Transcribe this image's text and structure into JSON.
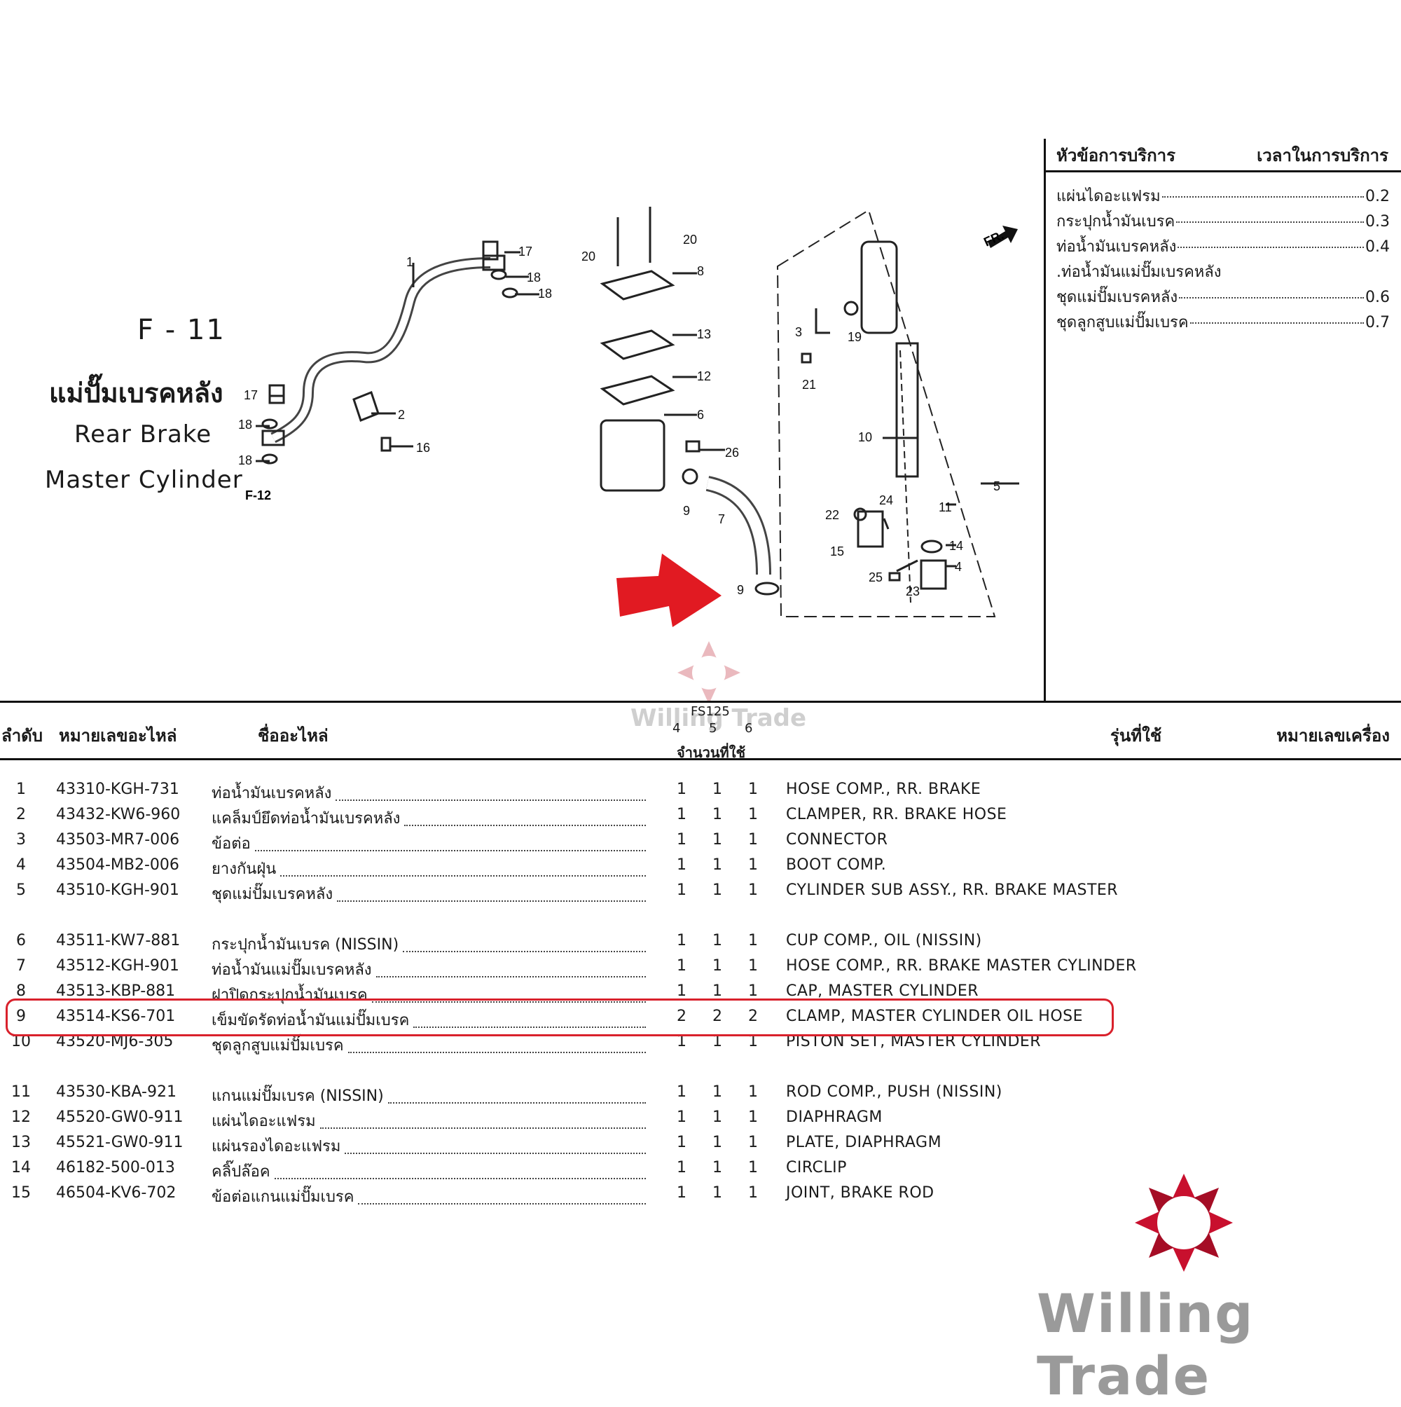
{
  "title": {
    "code": "F - 11",
    "thai": "แม่ปั๊มเบรคหลัง",
    "en_line1": "Rear Brake",
    "en_line2": "Master Cylinder",
    "ref": "F-12"
  },
  "service": {
    "head_left": "หัวข้อการบริการ",
    "head_right": "เวลาในการบริการ",
    "items": [
      {
        "label": "แผ่นไดอะแฟรม",
        "time": "0.2"
      },
      {
        "label": "กระปุกน้ำมันเบรค",
        "time": "0.3"
      },
      {
        "label": "ท่อน้ำมันเบรคหลัง",
        "time": "0.4"
      },
      {
        "label": ".ท่อน้ำมันแม่ปั๊มเบรคหลัง",
        "time": ""
      },
      {
        "label": "ชุดแม่ปั๊มเบรคหลัง",
        "time": "0.6"
      },
      {
        "label": "ชุดลูกสูบแม่ปั๊มเบรค",
        "time": "0.7"
      }
    ]
  },
  "diagram": {
    "fr_label": "FR.",
    "callouts": [
      "1",
      "2",
      "16",
      "17",
      "18",
      "18",
      "17",
      "18",
      "18",
      "20",
      "20",
      "8",
      "13",
      "12",
      "6",
      "26",
      "9",
      "7",
      "9",
      "3",
      "19",
      "21",
      "10",
      "5",
      "22",
      "24",
      "11",
      "15",
      "14",
      "4",
      "25",
      "23"
    ]
  },
  "table": {
    "headers": {
      "no": "ลำดับ",
      "part_no": "หมายเลขอะไหล่",
      "name": "ชื่ออะไหล่",
      "model": "FS125",
      "qty_cols": [
        "4",
        "5",
        "6"
      ],
      "qty": "จำนวนที่ใช้",
      "used_in": "รุ่นที่ใช้",
      "engine_no": "หมายเลขเครื่อง"
    },
    "rows": [
      {
        "no": "1",
        "pn": "43310-KGH-731",
        "th": "ท่อน้ำมันเบรคหลัง",
        "q": [
          "1",
          "1",
          "1"
        ],
        "en": "HOSE COMP., RR. BRAKE"
      },
      {
        "no": "2",
        "pn": "43432-KW6-960",
        "th": "แคล็มป์ยึดท่อน้ำมันเบรคหลัง",
        "q": [
          "1",
          "1",
          "1"
        ],
        "en": "CLAMPER, RR. BRAKE HOSE"
      },
      {
        "no": "3",
        "pn": "43503-MR7-006",
        "th": "ข้อต่อ",
        "q": [
          "1",
          "1",
          "1"
        ],
        "en": "CONNECTOR"
      },
      {
        "no": "4",
        "pn": "43504-MB2-006",
        "th": "ยางกันฝุ่น",
        "q": [
          "1",
          "1",
          "1"
        ],
        "en": "BOOT COMP."
      },
      {
        "no": "5",
        "pn": "43510-KGH-901",
        "th": "ชุดแม่ปั๊มเบรคหลัง",
        "q": [
          "1",
          "1",
          "1"
        ],
        "en": "CYLINDER SUB ASSY., RR. BRAKE MASTER"
      },
      {
        "no": "6",
        "pn": "43511-KW7-881",
        "th": "กระปุกน้ำมันเบรค (NISSIN)",
        "q": [
          "1",
          "1",
          "1"
        ],
        "en": "CUP COMP., OIL (NISSIN)"
      },
      {
        "no": "7",
        "pn": "43512-KGH-901",
        "th": "ท่อน้ำมันแม่ปั๊มเบรคหลัง",
        "q": [
          "1",
          "1",
          "1"
        ],
        "en": "HOSE COMP., RR. BRAKE MASTER CYLINDER"
      },
      {
        "no": "8",
        "pn": "43513-KBP-881",
        "th": "ฝาปิดกระปุกน้ำมันเบรค",
        "q": [
          "1",
          "1",
          "1"
        ],
        "en": "CAP, MASTER CYLINDER"
      },
      {
        "no": "9",
        "pn": "43514-KS6-701",
        "th": "เข็มขัดรัดท่อน้ำมันแม่ปั๊มเบรค",
        "q": [
          "2",
          "2",
          "2"
        ],
        "en": "CLAMP, MASTER CYLINDER OIL HOSE"
      },
      {
        "no": "10",
        "pn": "43520-MJ6-305",
        "th": "ชุดลูกสูบแม่ปั๊มเบรค",
        "q": [
          "1",
          "1",
          "1"
        ],
        "en": "PISTON SET, MASTER CYLINDER"
      },
      {
        "no": "11",
        "pn": "43530-KBA-921",
        "th": "แกนแม่ปั๊มเบรค (NISSIN)",
        "q": [
          "1",
          "1",
          "1"
        ],
        "en": "ROD COMP., PUSH (NISSIN)"
      },
      {
        "no": "12",
        "pn": "45520-GW0-911",
        "th": "แผ่นไดอะแฟรม",
        "q": [
          "1",
          "1",
          "1"
        ],
        "en": "DIAPHRAGM"
      },
      {
        "no": "13",
        "pn": "45521-GW0-911",
        "th": "แผ่นรองไดอะแฟรม",
        "q": [
          "1",
          "1",
          "1"
        ],
        "en": "PLATE, DIAPHRAGM"
      },
      {
        "no": "14",
        "pn": "46182-500-013",
        "th": "คลิ๊ปล๊อค",
        "q": [
          "1",
          "1",
          "1"
        ],
        "en": "CIRCLIP"
      },
      {
        "no": "15",
        "pn": "46504-KV6-702",
        "th": "ข้อต่อแกนแม่ปั๊มเบรค",
        "q": [
          "1",
          "1",
          "1"
        ],
        "en": "JOINT, BRAKE ROD"
      }
    ]
  },
  "watermark": "Willing Trade",
  "colors": {
    "accent_red": "#d9212c",
    "logo_red": "#c8102e",
    "watermark_gray": "#9a9a9a"
  }
}
